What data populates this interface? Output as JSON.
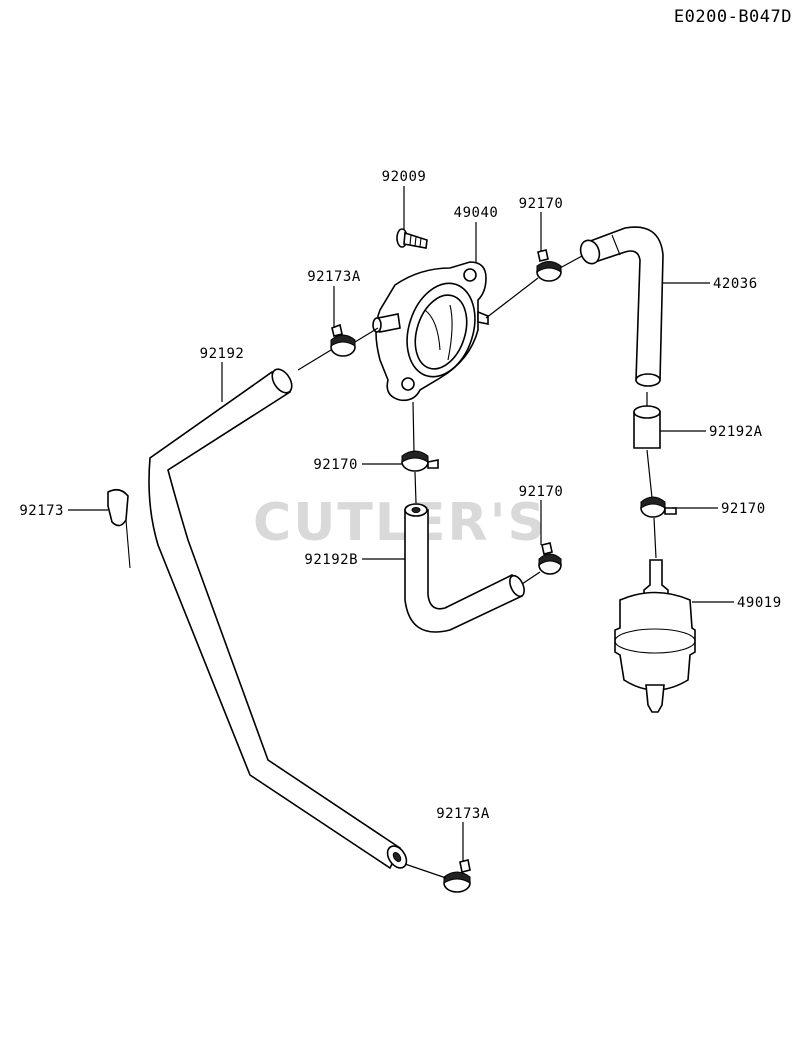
{
  "diagram_code": "E0200-B047D",
  "watermark": "CUTLER'S",
  "labels": [
    {
      "id": "lbl-92009",
      "text": "92009"
    },
    {
      "id": "lbl-49040",
      "text": "49040"
    },
    {
      "id": "lbl-92170-top",
      "text": "92170"
    },
    {
      "id": "lbl-42036",
      "text": "42036"
    },
    {
      "id": "lbl-92173A-top",
      "text": "92173A"
    },
    {
      "id": "lbl-92192",
      "text": "92192"
    },
    {
      "id": "lbl-92170-mid",
      "text": "92170"
    },
    {
      "id": "lbl-92192A",
      "text": "92192A"
    },
    {
      "id": "lbl-92173",
      "text": "92173"
    },
    {
      "id": "lbl-92170-right",
      "text": "92170"
    },
    {
      "id": "lbl-92170-lower",
      "text": "92170"
    },
    {
      "id": "lbl-92192B",
      "text": "92192B"
    },
    {
      "id": "lbl-49019",
      "text": "49019"
    },
    {
      "id": "lbl-92173A-bottom",
      "text": "92173A"
    }
  ]
}
